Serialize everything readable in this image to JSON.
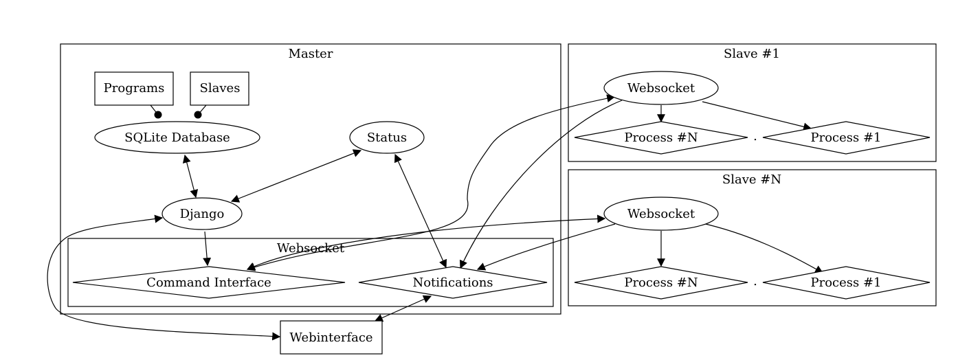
{
  "clusters": {
    "master": "Master",
    "websocket": "Websocket",
    "slave1": "Slave #1",
    "slaveN": "Slave #N"
  },
  "nodes": {
    "programs": "Programs",
    "slaves": "Slaves",
    "sqlite": "SQLite Database",
    "status": "Status",
    "django": "Django",
    "command_interface": "Command Interface",
    "notifications": "Notifications",
    "webinterface": "Webinterface",
    "slave1_websocket": "Websocket",
    "slave1_process_n": "Process #N",
    "slave1_process_1": "Process #1",
    "slaveN_websocket": "Websocket",
    "slaveN_process_n": "Process #N",
    "slaveN_process_1": "Process #1",
    "slave1_dot": ".",
    "slaveN_dot": "."
  },
  "edges": [
    {
      "from": "Programs",
      "to": "SQLite Database",
      "style": "dot-head"
    },
    {
      "from": "Slaves",
      "to": "SQLite Database",
      "style": "dot-head"
    },
    {
      "from": "SQLite Database",
      "to": "Django",
      "style": "both"
    },
    {
      "from": "Status",
      "to": "Django",
      "style": "both"
    },
    {
      "from": "Django",
      "to": "Command Interface",
      "style": "forward"
    },
    {
      "from": "Status",
      "to": "Notifications",
      "style": "both"
    },
    {
      "from": "Notifications",
      "to": "Webinterface",
      "style": "both"
    },
    {
      "from": "Django",
      "to": "Webinterface",
      "style": "both"
    },
    {
      "from": "Command Interface",
      "to": "Slave #1 Websocket",
      "style": "both"
    },
    {
      "from": "Command Interface",
      "to": "Slave #N Websocket",
      "style": "both"
    },
    {
      "from": "Slave #1 Websocket",
      "to": "Notifications",
      "style": "forward"
    },
    {
      "from": "Slave #N Websocket",
      "to": "Notifications",
      "style": "forward"
    },
    {
      "from": "Slave #1 Websocket",
      "to": "Slave #1 Process #N",
      "style": "forward"
    },
    {
      "from": "Slave #1 Websocket",
      "to": "Slave #1 Process #1",
      "style": "forward"
    },
    {
      "from": "Slave #N Websocket",
      "to": "Slave #N Process #N",
      "style": "forward"
    },
    {
      "from": "Slave #N Websocket",
      "to": "Slave #N Process #1",
      "style": "forward"
    }
  ],
  "colors": {
    "stroke": "#000000",
    "fill": "#ffffff"
  }
}
